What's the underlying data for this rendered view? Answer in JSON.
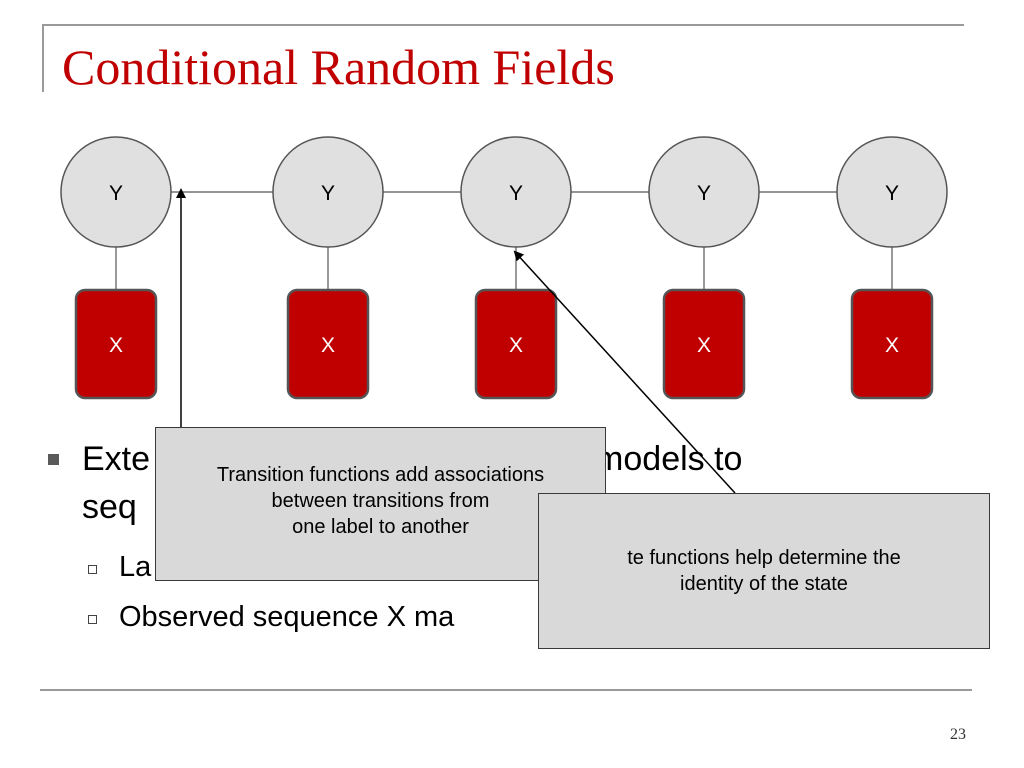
{
  "slide": {
    "title": "Conditional Random Fields",
    "page_number": "23"
  },
  "diagram": {
    "label_nodes": [
      "Y",
      "Y",
      "Y",
      "Y",
      "Y"
    ],
    "observation_nodes": [
      "X",
      "X",
      "X",
      "X",
      "X"
    ],
    "colors": {
      "label_node_fill": "#e0e0e0",
      "observation_node_fill": "#c00000",
      "callout_fill": "#d9d9d9",
      "title": "#c00000"
    }
  },
  "bullets": {
    "level1": "Exte",
    "level1_right": "models to",
    "level1_line2": "seq",
    "level2": [
      "La",
      "Observed sequence X ma"
    ]
  },
  "callouts": {
    "transition": {
      "lines": [
        "Transition functions add associations",
        "between transitions from",
        "one label to another"
      ]
    },
    "state": {
      "lines": [
        "te functions help determine the",
        "identity of the state"
      ]
    }
  }
}
